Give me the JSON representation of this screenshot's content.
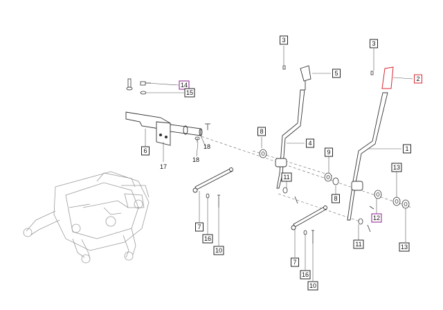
{
  "diagram": {
    "colors": {
      "line": "#333333",
      "leader": "#555555",
      "highlight_red": "#d9232f",
      "highlight_purple": "#8b1a8b"
    },
    "callouts": [
      {
        "label": "3",
        "style": "normal"
      },
      {
        "label": "5",
        "style": "normal"
      },
      {
        "label": "3",
        "style": "normal"
      },
      {
        "label": "2",
        "style": "red"
      },
      {
        "label": "14",
        "style": "purple"
      },
      {
        "label": "15",
        "style": "normal"
      },
      {
        "label": "8",
        "style": "normal"
      },
      {
        "label": "4",
        "style": "normal"
      },
      {
        "label": "1",
        "style": "normal"
      },
      {
        "label": "6",
        "style": "normal"
      },
      {
        "label": "17",
        "style": "plain"
      },
      {
        "label": "18",
        "style": "plain"
      },
      {
        "label": "18",
        "style": "plain"
      },
      {
        "label": "9",
        "style": "normal"
      },
      {
        "label": "13",
        "style": "normal"
      },
      {
        "label": "11",
        "style": "normal"
      },
      {
        "label": "8",
        "style": "normal"
      },
      {
        "label": "12",
        "style": "purple"
      },
      {
        "label": "7",
        "style": "normal"
      },
      {
        "label": "16",
        "style": "normal"
      },
      {
        "label": "10",
        "style": "normal"
      },
      {
        "label": "11",
        "style": "normal"
      },
      {
        "label": "13",
        "style": "normal"
      },
      {
        "label": "7",
        "style": "normal"
      },
      {
        "label": "16",
        "style": "normal"
      },
      {
        "label": "10",
        "style": "normal"
      }
    ]
  }
}
